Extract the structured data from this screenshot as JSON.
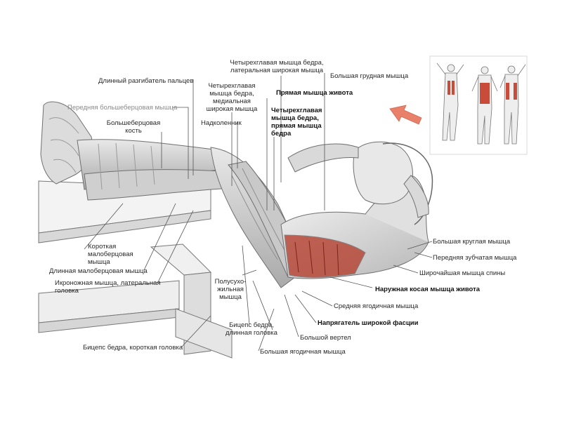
{
  "labels": {
    "extensor_digitorum_longus": "Длинный разгибатель пальцев",
    "tibialis_anterior": "Передняя большеберцовая мышца",
    "tibia_line1": "Большеберцовая",
    "tibia_line2": "кость",
    "quad_medial_line1": "Четырехглавая",
    "quad_medial_line2": "мышца бедра,",
    "quad_medial_line3": "медиальная",
    "quad_medial_line4": "широкая мышца",
    "patella": "Надколенник",
    "quad_lateral_line1": "Четырехглавая мышца бедра,",
    "quad_lateral_line2": "латеральная широкая мышца",
    "pectoralis_major": "Большая грудная мышца",
    "rectus_abdominis": "Прямая мышца живота",
    "rectus_femoris_line1": "Четырехглавая",
    "rectus_femoris_line2": "мышца бедра,",
    "rectus_femoris_line3": "прямая мышца",
    "rectus_femoris_line4": "бедра",
    "peroneus_brevis_line1": "Короткая",
    "peroneus_brevis_line2": "малоберцовая",
    "peroneus_brevis_line3": "мышца",
    "peroneus_longus": "Длинная малоберцовая мышца",
    "gastrocnemius_line1": "Икроножная мышца, латеральная",
    "gastrocnemius_line2": "головка",
    "semitendinosus_line1": "Полусухо-",
    "semitendinosus_line2": "жильная",
    "semitendinosus_line3": "мышца",
    "biceps_long_line1": "Бицепс бедра,",
    "biceps_long_line2": "длинная головка",
    "biceps_short": "Бицепс бедра, короткая головка",
    "teres_major": "Большая круглая мышца",
    "serratus_anterior": "Передняя зубчатая мышца",
    "latissimus_dorsi": "Широчайшая мышца спины",
    "external_oblique": "Наружная косая мышца живота",
    "gluteus_medius": "Средняя ягодичная мышца",
    "tensor_fasciae_latae": "Напрягатель широкой фасции",
    "greater_trochanter": "Большой вертел",
    "gluteus_maximus": "Большая ягодичная мышца"
  },
  "colors": {
    "highlight": "#b5402f",
    "arrow": "#e8806a",
    "line": "#555555",
    "sketch": "#6f6f6f"
  }
}
